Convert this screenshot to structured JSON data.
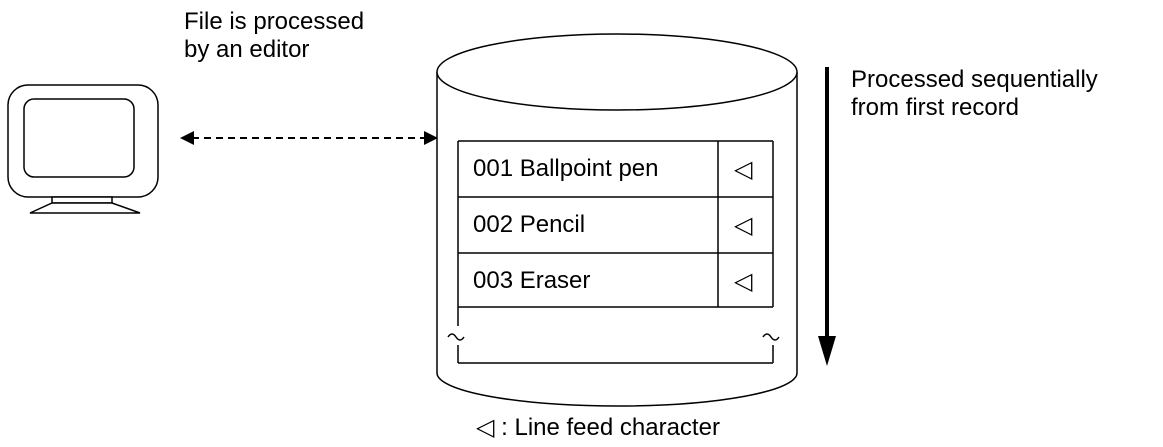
{
  "captions": {
    "editor_line1": "File is processed",
    "editor_line2": "by an editor",
    "sequential_line1": "Processed sequentially",
    "sequential_line2": "from first record"
  },
  "records": [
    {
      "text": "001 Ballpoint pen",
      "terminator": "◁"
    },
    {
      "text": "002 Pencil",
      "terminator": "◁"
    },
    {
      "text": "003 Eraser",
      "terminator": "◁"
    }
  ],
  "legend": {
    "symbol": "◁",
    "text": " : Line feed character"
  },
  "icons": {
    "computer": "monitor-icon",
    "storage": "disk-cylinder-icon",
    "link": "bidirectional-dashed-arrow",
    "flow": "downward-arrow"
  }
}
